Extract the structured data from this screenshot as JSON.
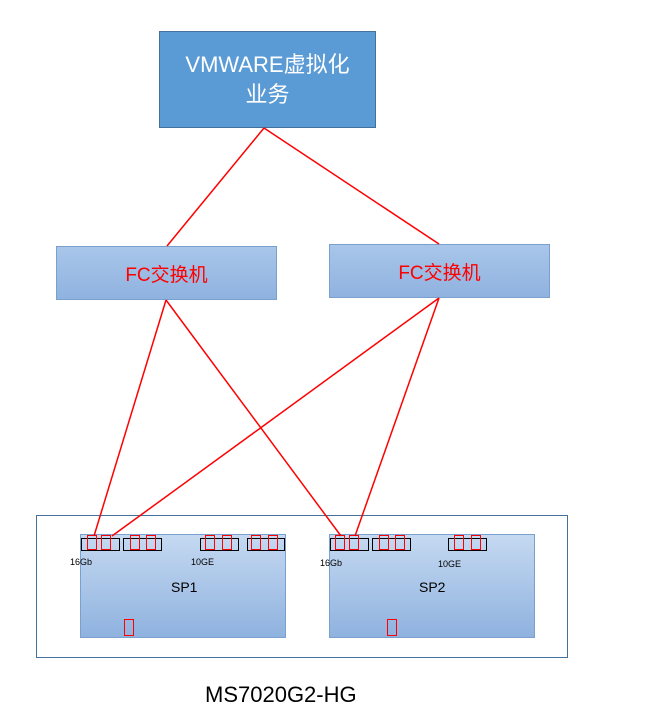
{
  "vm_box": {
    "line1": "VMWARE虚拟化",
    "line2": "业务"
  },
  "fc_switch_left": {
    "label": "FC交换机"
  },
  "fc_switch_right": {
    "label": "FC交换机"
  },
  "sp1": {
    "label": "SP1",
    "port_label_left": "16Gb",
    "port_label_right": "10GE"
  },
  "sp2": {
    "label": "SP2",
    "port_label_left": "16Gb",
    "port_label_right": "10GE"
  },
  "storage_model": "MS7020G2-HG",
  "colors": {
    "link": "#ff0000",
    "vm_fill": "#5b9bd5",
    "switch_text": "#ff0000"
  }
}
